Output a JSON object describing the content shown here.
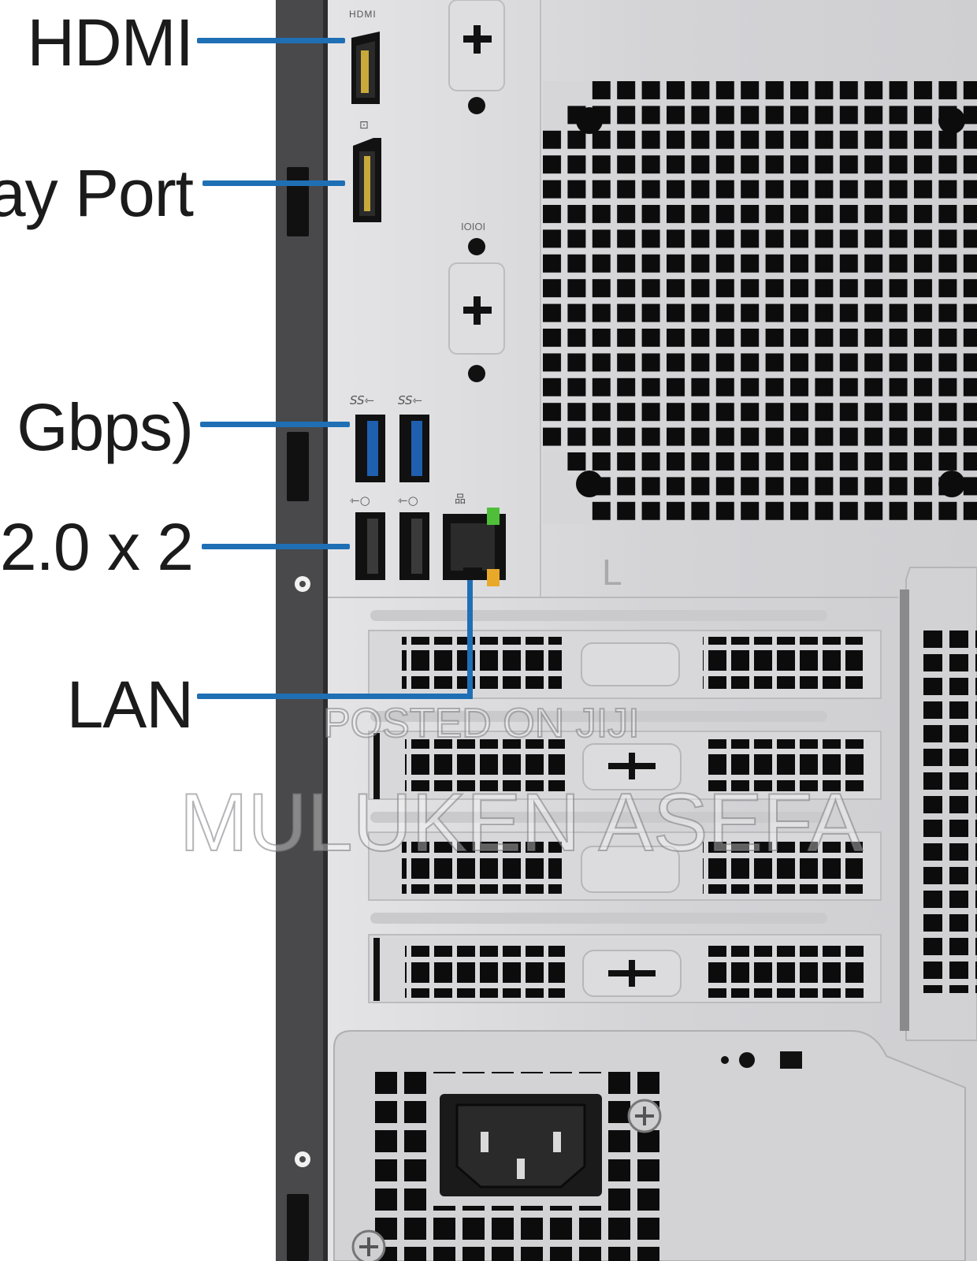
{
  "labels": {
    "hdmi": "HDMI",
    "display_port": "ay Port",
    "usb_3": "Gbps)",
    "usb_2": "2.0 x 2",
    "lan": "LAN"
  },
  "port_markings": {
    "hdmi": "HDMI",
    "serial": "IOIOI",
    "slot_mark": "L"
  },
  "watermark": {
    "line1": "POSTED ON JIJI",
    "line2": "MULUKEN ASEFA"
  },
  "colors": {
    "leader_line": "#1f6fb5",
    "chassis": "#d9d9db",
    "frame": "#4a4a4c",
    "usb3_blue": "#1f5fb0",
    "lan_led_green": "#4fbf3a",
    "lan_led_amber": "#e8a82a"
  }
}
